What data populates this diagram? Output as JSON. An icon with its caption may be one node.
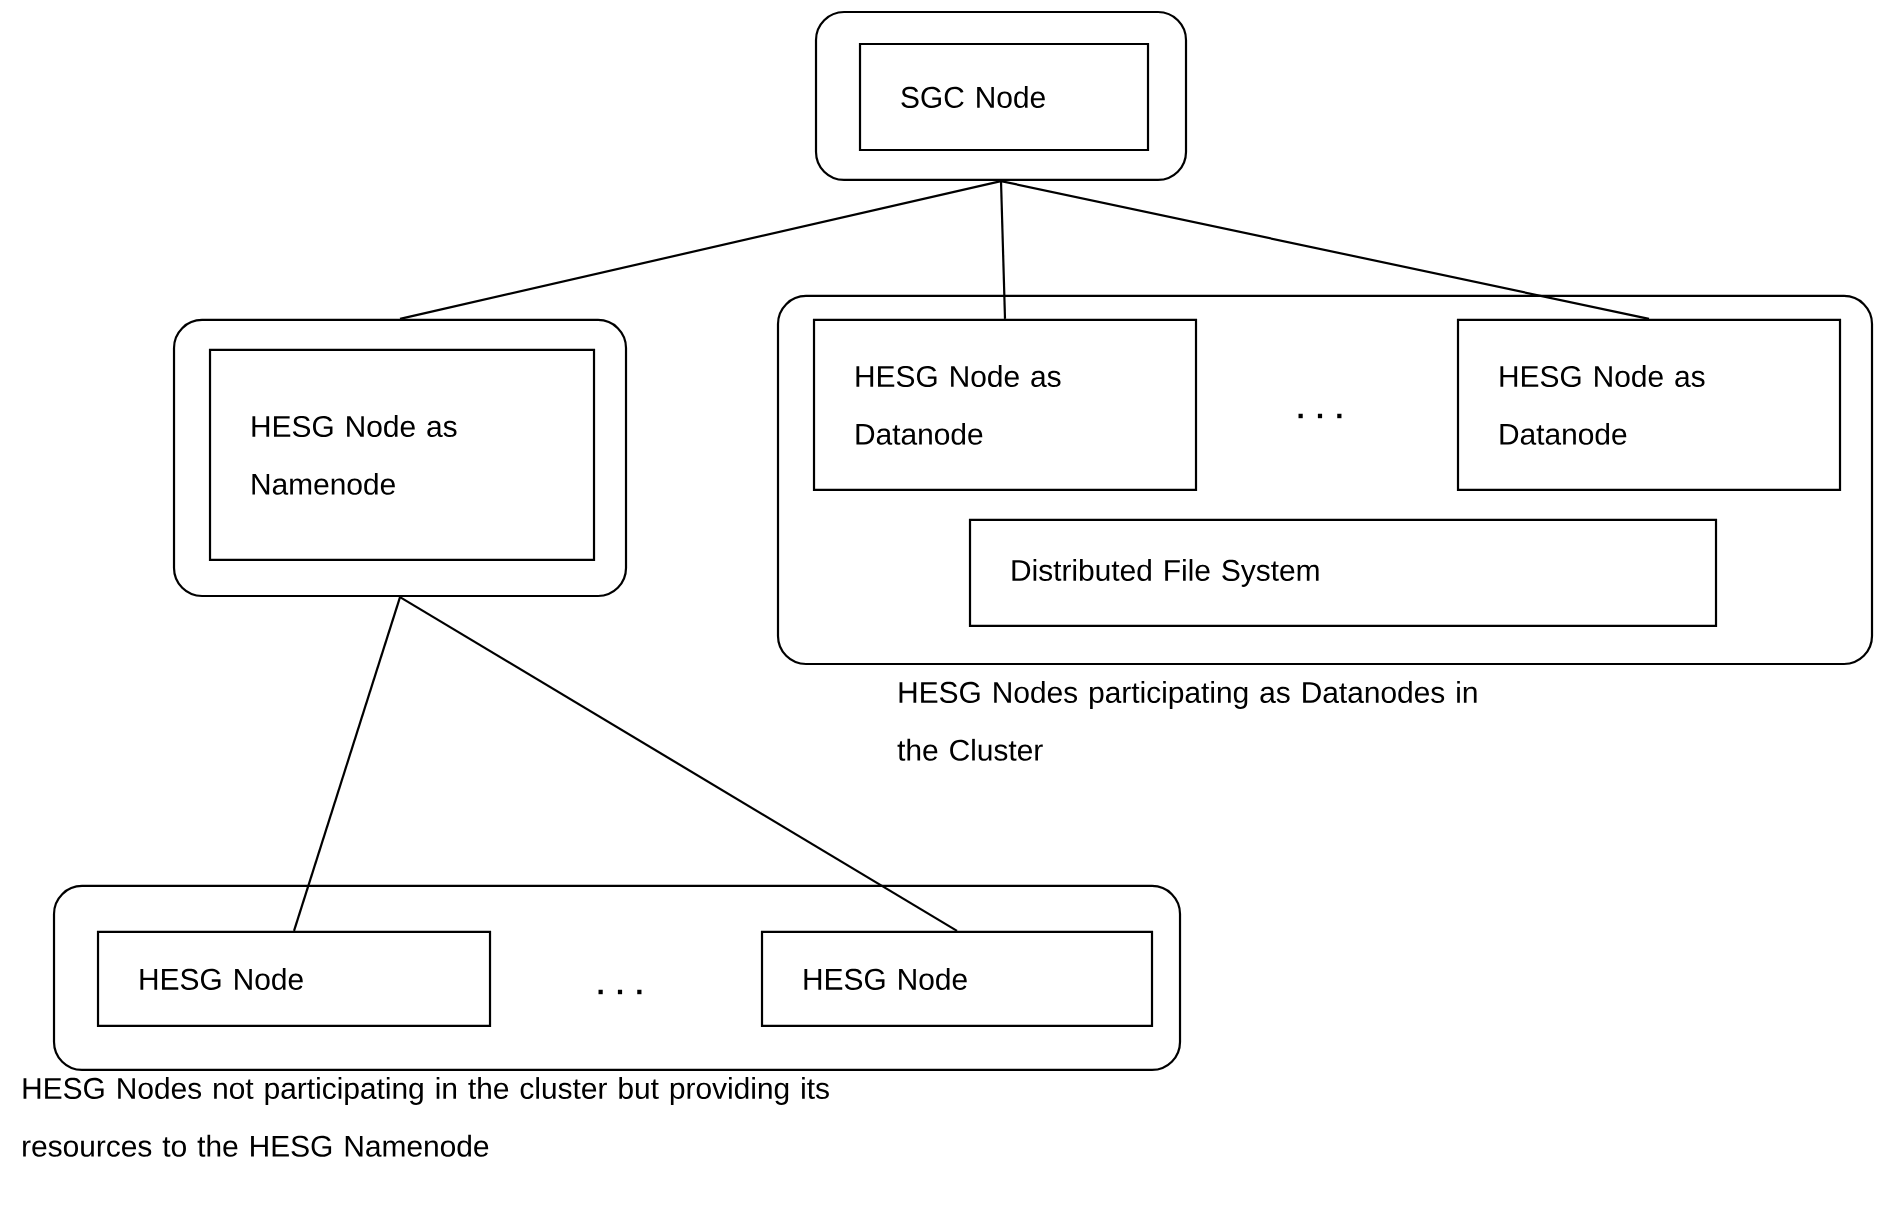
{
  "diagram": {
    "nodes": [
      {
        "text": [],
        "shape": "box"
      },
      {
        "text": [
          "SGC Node"
        ],
        "in": 0
      },
      {
        "text": [],
        "shape": "box"
      },
      {
        "text": [
          "HESG Node as Namenode"
        ],
        "in": 2
      },
      {
        "text": [],
        "shape": "box",
        "beside": [
          "HESG Nodes participating as Datanodes in the Cluster"
        ]
      },
      {
        "text": [
          "HESG Node as Datanode"
        ],
        "in": 4
      },
      {
        "text": [
          "HESG Node as Datanode"
        ],
        "in": 4
      },
      {
        "text": [
          "Distributed File System"
        ],
        "in": 4
      },
      {
        "text": [],
        "shape": "box",
        "beside": [
          "HESG Nodes not participating in the cluster but providing its resources to the HESG Namenode"
        ]
      },
      {
        "text": [
          "HESG Node"
        ],
        "in": 8
      },
      {
        "text": [
          "HESG Node"
        ],
        "in": 8
      }
    ],
    "edges": [
      {
        "from": 0,
        "to": 2,
        "arrow": "none"
      },
      {
        "from": 0,
        "to": 5,
        "arrow": "none"
      },
      {
        "from": 0,
        "to": 6,
        "arrow": "none"
      },
      {
        "from": 2,
        "to": 9,
        "arrow": "none"
      },
      {
        "from": 2,
        "to": 10,
        "arrow": "none"
      }
    ],
    "labels": [
      ". . .",
      ". . ."
    ]
  }
}
